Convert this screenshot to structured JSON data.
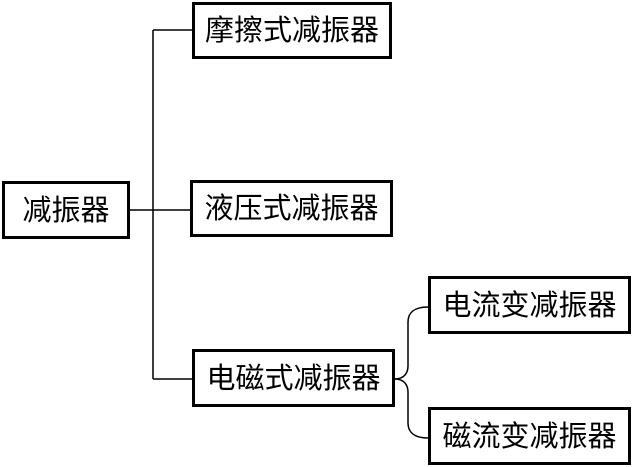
{
  "root": {
    "label": "减振器"
  },
  "level1": [
    {
      "label": "摩擦式减振器"
    },
    {
      "label": "液压式减振器"
    },
    {
      "label": "电磁式减振器"
    }
  ],
  "level2": [
    {
      "label": "电流变减振器"
    },
    {
      "label": "磁流变减振器"
    }
  ]
}
